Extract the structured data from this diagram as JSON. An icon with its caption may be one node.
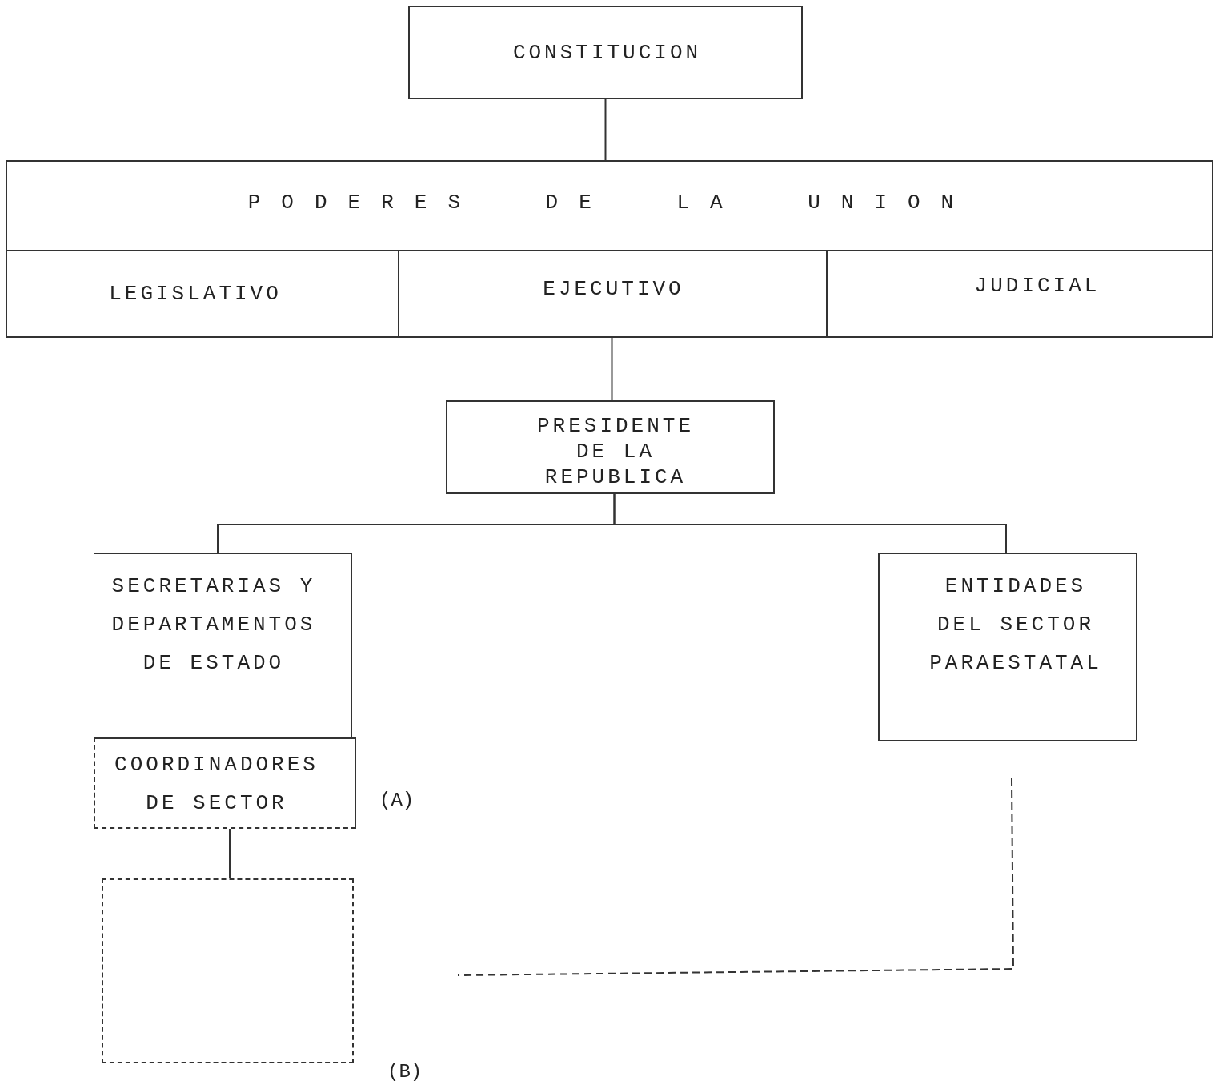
{
  "diagram": {
    "nodes": [
      {
        "text": [
          "CONSTITUCION"
        ]
      },
      {
        "text": [
          "PODERES DE LA UNION"
        ]
      },
      {
        "text": [
          "LEGISLATIVO"
        ],
        "in": 1
      },
      {
        "text": [
          "EJECUTIVO"
        ],
        "in": 1
      },
      {
        "text": [
          "JUDICIAL"
        ],
        "in": 1
      },
      {
        "text": [
          "PRESIDENTE DE LA REPUBLICA"
        ]
      },
      {
        "text": [
          "SECRETARIAS Y DEPARTAMENTOS DE ESTADO"
        ]
      },
      {
        "text": [
          "COORDINADORES DE SECTOR"
        ],
        "beside": [
          "(A)"
        ]
      },
      {
        "text": [
          "ENTIDADES DEL SECTOR PARAESTATAL"
        ]
      },
      {
        "text": [],
        "shape": "box",
        "beside": [
          "(B)"
        ]
      }
    ],
    "edges": [
      {
        "from": 0,
        "to": 1,
        "arrow": "none"
      },
      {
        "from": 3,
        "to": 5,
        "arrow": "none"
      },
      {
        "from": 5,
        "to": 6,
        "arrow": "none"
      },
      {
        "from": 5,
        "to": 8,
        "arrow": "none"
      },
      {
        "from": 7,
        "to": 9,
        "arrow": "none"
      }
    ]
  }
}
